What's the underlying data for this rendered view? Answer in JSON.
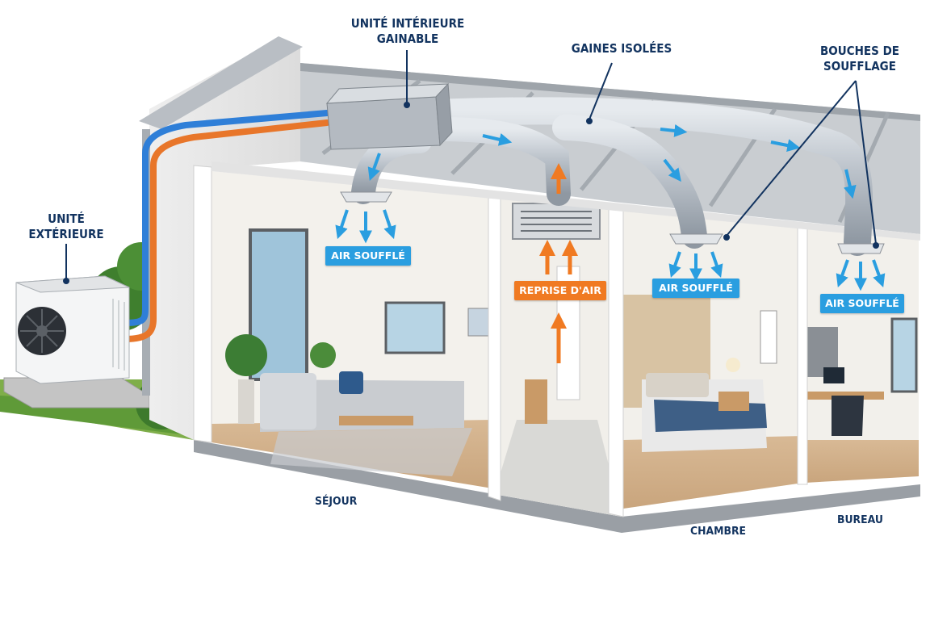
{
  "labels": {
    "indoor_unit": [
      "UNITÉ INTÉRIEURE",
      "GAINABLE"
    ],
    "insulated_ducts": "GAINES ISOLÉES",
    "vents": [
      "BOUCHES DE",
      "SOUFFLAGE"
    ],
    "outdoor_unit": [
      "UNITÉ",
      "EXTÉRIEURE"
    ]
  },
  "badges": {
    "supply_sejour": "AIR SOUFFLÉ",
    "return_air": "REPRISE D'AIR",
    "supply_chambre": "AIR SOUFFLÉ",
    "supply_bureau": "AIR SOUFFLÉ"
  },
  "rooms": {
    "sejour": "SÉJOUR",
    "chambre": "CHAMBRE",
    "bureau": "BUREAU"
  },
  "colors": {
    "label_text": "#12335f",
    "supply_air": "#2a9ee0",
    "return_air": "#f07a22",
    "cold_pipe": "#2f7fd8",
    "hot_pipe": "#e8762a",
    "duct": "#b9c0c8"
  }
}
